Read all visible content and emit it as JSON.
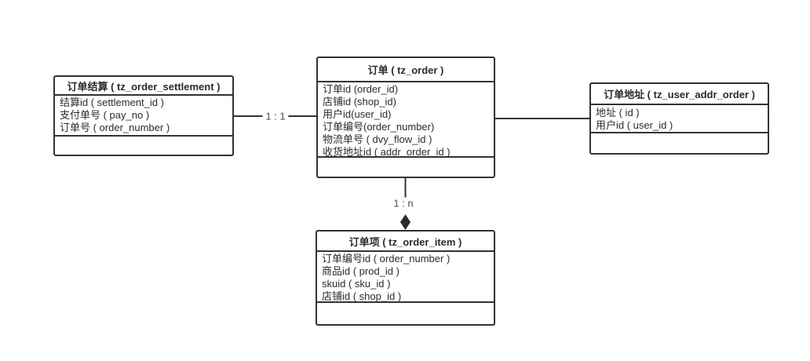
{
  "diagram": {
    "background_color": "#ffffff",
    "line_color": "#333333",
    "entities": [
      {
        "id": "settlement",
        "title": "订单结算 ( tz_order_settlement )",
        "attributes": [
          "结算id ( settlement_id )",
          "支付单号 ( pay_no )",
          "订单号 ( order_number )"
        ]
      },
      {
        "id": "order",
        "title": "订单 ( tz_order )",
        "attributes": [
          "订单id (order_id)",
          "店铺id (shop_id)",
          "用户id(user_id)",
          "订单编号(order_number)",
          "物流单号 ( dvy_flow_id )",
          "收货地址id ( addr_order_id )"
        ]
      },
      {
        "id": "address",
        "title": "订单地址 ( tz_user_addr_order )",
        "attributes": [
          "地址 ( id )",
          "用户id ( user_id )"
        ]
      },
      {
        "id": "item",
        "title": "订单项 ( tz_order_item )",
        "attributes": [
          "订单编号id ( order_number )",
          "商品id ( prod_id )",
          "skuid ( sku_id )",
          "店铺id ( shop_id )"
        ]
      }
    ],
    "relations": [
      {
        "from": "settlement",
        "to": "order",
        "label": "1 : 1",
        "arrow": "none"
      },
      {
        "from": "order",
        "to": "address",
        "label": "",
        "arrow": "none"
      },
      {
        "from": "order",
        "to": "item",
        "label": "1 : n",
        "arrow": "filled-diamond"
      }
    ]
  }
}
